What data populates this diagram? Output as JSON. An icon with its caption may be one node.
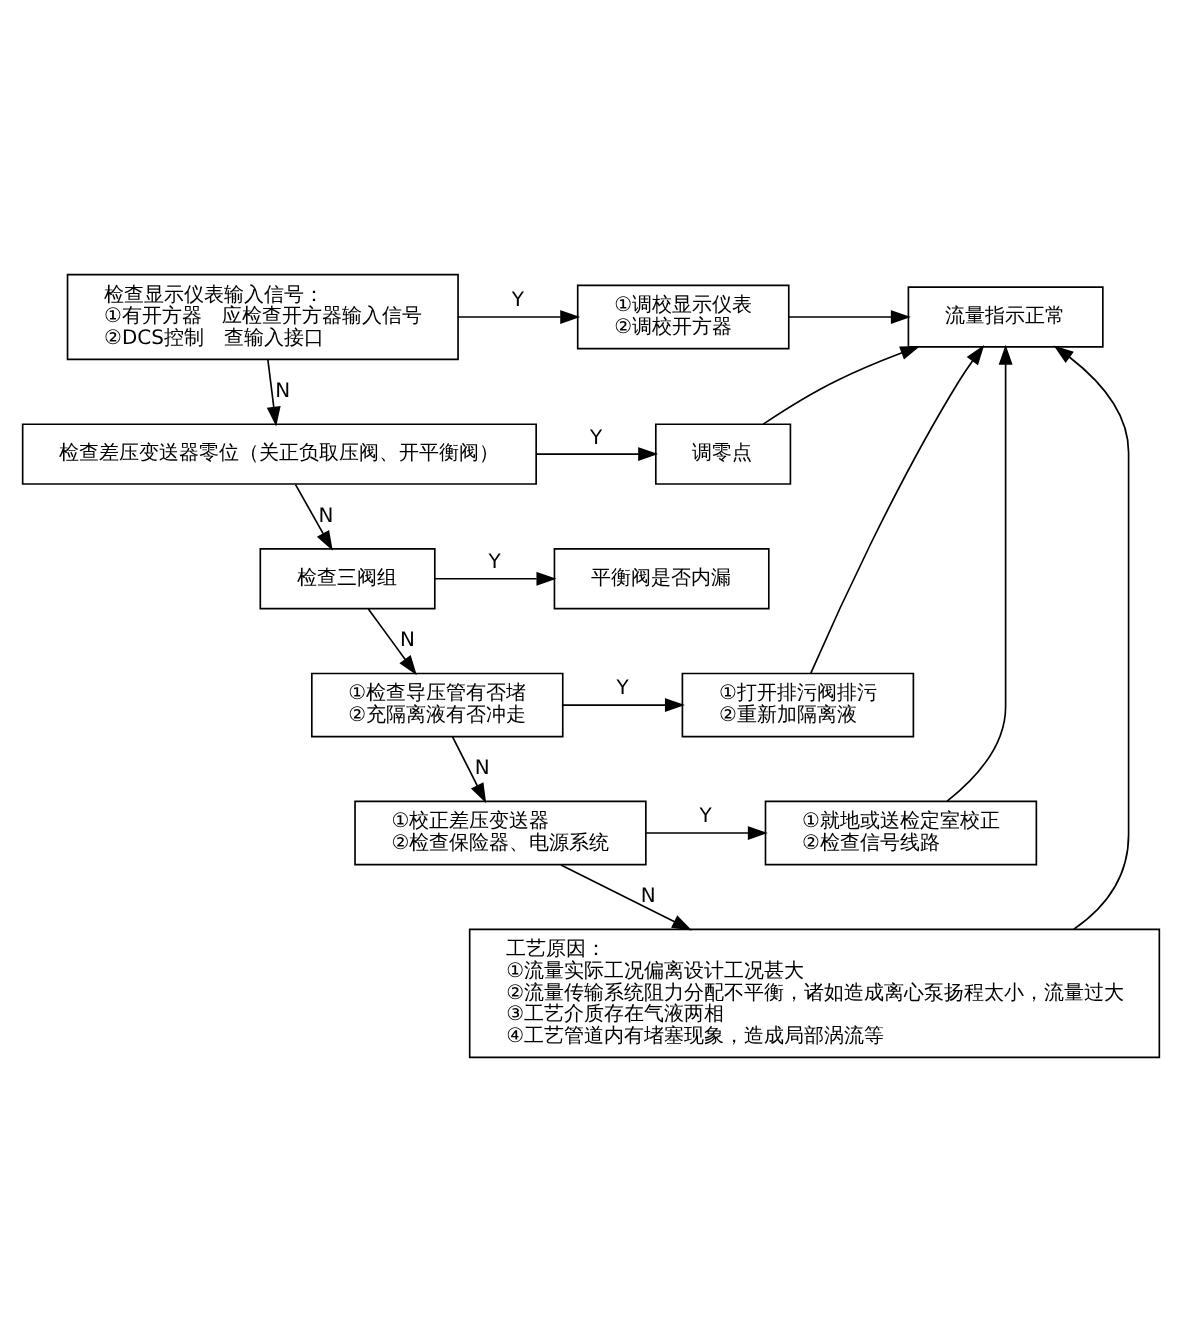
{
  "diagram": {
    "nodes": [
      {
        "text": [
          "检查显示仪表输入信号：",
          "①有开方器　应检查开方器输入信号",
          "②DCS控制　查输入接口"
        ]
      },
      {
        "text": [
          "①调校显示仪表",
          "②调校开方器"
        ]
      },
      {
        "text": [
          "流量指示正常"
        ]
      },
      {
        "text": [
          "检查差压变送器零位（关正负取压阀、开平衡阀）"
        ]
      },
      {
        "text": [
          "调零点"
        ]
      },
      {
        "text": [
          "检查三阀组"
        ]
      },
      {
        "text": [
          "平衡阀是否内漏"
        ]
      },
      {
        "text": [
          "①检查导压管有否堵",
          "②充隔离液有否冲走"
        ]
      },
      {
        "text": [
          "①打开排污阀排污",
          "②重新加隔离液"
        ]
      },
      {
        "text": [
          "①校正差压变送器",
          "②检查保险器、电源系统"
        ]
      },
      {
        "text": [
          "①就地或送检定室校正",
          "②检查信号线路"
        ]
      },
      {
        "text": [
          "工艺原因：",
          "①流量实际工况偏离设计工况甚大",
          "②流量传输系统阻力分配不平衡，诸如造成离心泵扬程太小，流量过大",
          "③工艺介质存在气液两相",
          "④工艺管道内有堵塞现象，造成局部涡流等"
        ]
      }
    ],
    "edges": [
      {
        "from": 0,
        "to": 1,
        "arrow": "to",
        "label": "Y"
      },
      {
        "from": 0,
        "to": 3,
        "arrow": "to",
        "label": "N"
      },
      {
        "from": 1,
        "to": 2,
        "arrow": "to"
      },
      {
        "from": 3,
        "to": 4,
        "arrow": "to",
        "label": "Y"
      },
      {
        "from": 3,
        "to": 5,
        "arrow": "to",
        "label": "N"
      },
      {
        "from": 4,
        "to": 2,
        "arrow": "to"
      },
      {
        "from": 5,
        "to": 6,
        "arrow": "to",
        "label": "Y"
      },
      {
        "from": 5,
        "to": 7,
        "arrow": "to",
        "label": "N"
      },
      {
        "from": 7,
        "to": 8,
        "arrow": "to",
        "label": "Y"
      },
      {
        "from": 7,
        "to": 9,
        "arrow": "to",
        "label": "N"
      },
      {
        "from": 8,
        "to": 2,
        "arrow": "to"
      },
      {
        "from": 9,
        "to": 10,
        "arrow": "to",
        "label": "Y"
      },
      {
        "from": 9,
        "to": 11,
        "arrow": "to",
        "label": "N"
      },
      {
        "from": 10,
        "to": 2,
        "arrow": "to"
      },
      {
        "from": 11,
        "to": 2,
        "arrow": "to"
      }
    ]
  }
}
